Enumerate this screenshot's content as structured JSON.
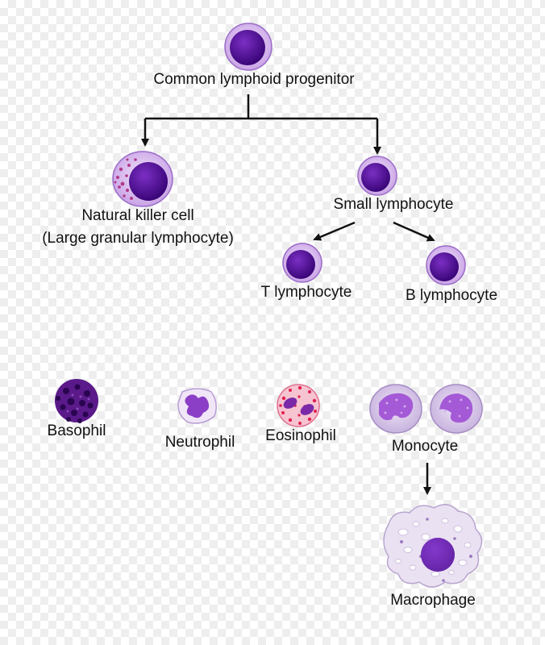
{
  "labels": {
    "progenitor": "Common lymphoid progenitor",
    "nk_line1": "Natural killer cell",
    "nk_line2": "(Large granular lymphocyte)",
    "small_lymphocyte": "Small lymphocyte",
    "t_lymphocyte": "T lymphocyte",
    "b_lymphocyte": "B lymphocyte",
    "basophil": "Basophil",
    "neutrophil": "Neutrophil",
    "eosinophil": "Eosinophil",
    "monocyte": "Monocyte",
    "macrophage": "Macrophage"
  },
  "colors": {
    "nucleus": "#4a0a8c",
    "cytoplasm": "#e6d2f5",
    "granule": "#b03a8e",
    "eosin_granule": "#e2204f",
    "arrow": "#111111"
  }
}
